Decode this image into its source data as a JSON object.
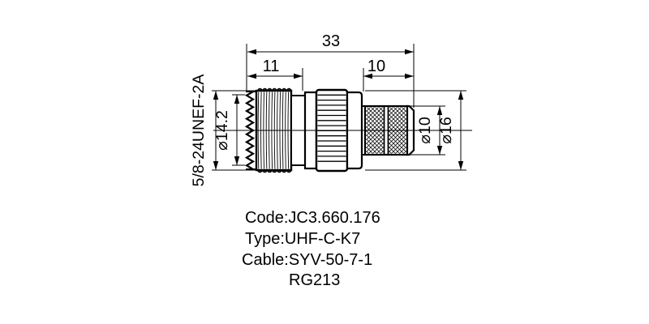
{
  "drawing": {
    "title_hint": "UHF connector technical drawing",
    "dims": {
      "overall": "33",
      "left_section": "11",
      "right_section": "10",
      "thread_spec": "5/8-24UNEF-2A",
      "inner_dia": "⌀14.2",
      "cable_dia": "⌀10",
      "body_dia": "⌀16"
    },
    "notes": {
      "code": "Code:JC3.660.176",
      "type": "Type:UHF-C-K7",
      "cable": "Cable:SYV-50-7-1",
      "cable_alt": "RG213"
    },
    "colors": {
      "line": "#000000",
      "background": "#ffffff"
    }
  }
}
